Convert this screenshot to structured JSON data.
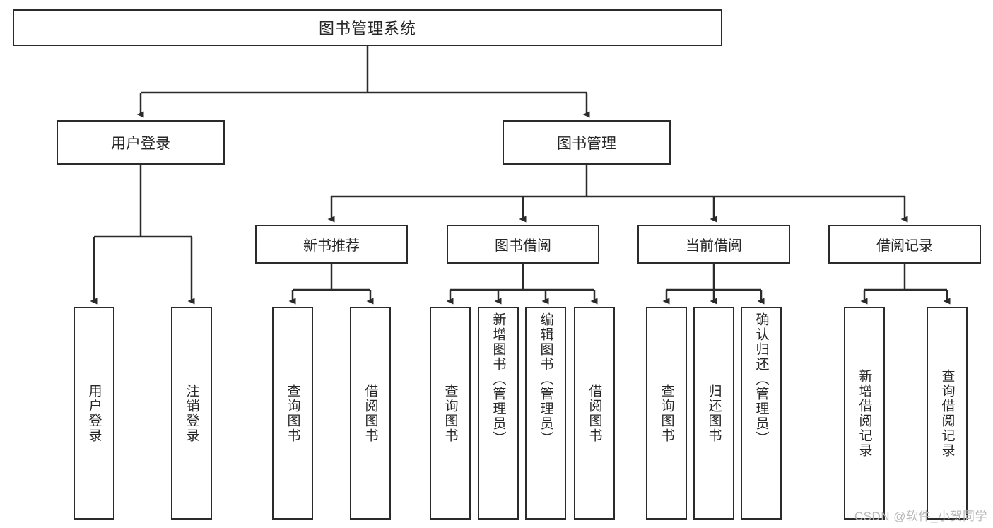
{
  "diagram": {
    "type": "tree",
    "title": "图书管理系统",
    "root": {
      "label": "图书管理系统"
    },
    "level2": [
      {
        "label": "用户登录"
      },
      {
        "label": "图书管理"
      }
    ],
    "level3": [
      {
        "label": "新书推荐"
      },
      {
        "label": "图书借阅"
      },
      {
        "label": "当前借阅"
      },
      {
        "label": "借阅记录"
      }
    ],
    "leaves": {
      "user_login": [
        {
          "label": "用户登录"
        },
        {
          "label": "注销登录"
        }
      ],
      "new_book_recommend": [
        {
          "label": "查询图书"
        },
        {
          "label": "借阅图书"
        }
      ],
      "book_borrow": [
        {
          "label": "查询图书"
        },
        {
          "label": "新增图书（管理员）"
        },
        {
          "label": "编辑图书（管理员）"
        },
        {
          "label": "借阅图书"
        }
      ],
      "current_borrow": [
        {
          "label": "查询图书"
        },
        {
          "label": "归还图书"
        },
        {
          "label": "确认归还（管理员）"
        }
      ],
      "borrow_record": [
        {
          "label": "新增借阅记录"
        },
        {
          "label": "查询借阅记录"
        }
      ]
    }
  },
  "watermark": {
    "text": "CSDN @软件_小贺同学"
  },
  "colors": {
    "background": "#ffffff",
    "stroke": "#2b2b2b",
    "text": "#262626",
    "watermark": "#b9b9b9"
  }
}
